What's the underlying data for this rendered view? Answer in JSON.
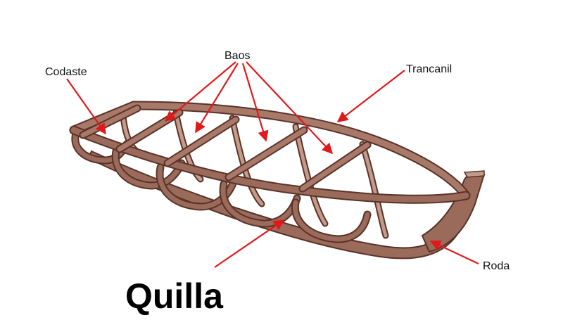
{
  "labels": {
    "codaste": "Codaste",
    "baos": "Baos",
    "trancanil": "Trancanil",
    "roda": "Roda",
    "quilla": "Quilla"
  },
  "colors": {
    "wood": "#9a6a5a",
    "wood_dark": "#5a3328",
    "wood_light": "#c49a8a",
    "arrow": "#e01a1a"
  }
}
